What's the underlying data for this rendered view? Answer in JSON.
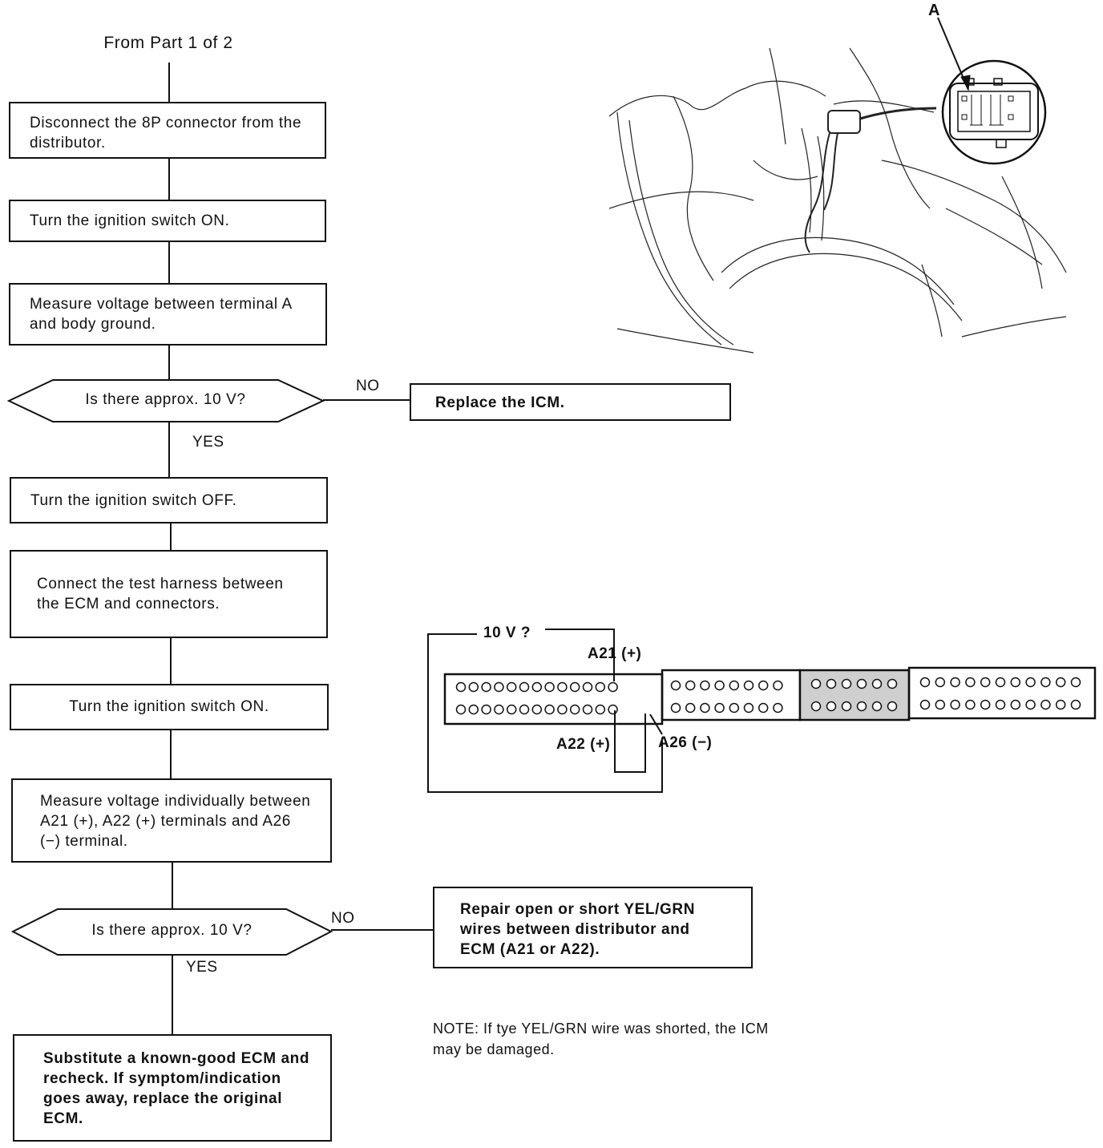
{
  "flow": {
    "start": "From Part 1 of 2",
    "step1": "Disconnect the 8P connector from the distributor.",
    "step2": "Turn the ignition switch ON.",
    "step3": "Measure voltage between terminal A and body ground.",
    "q1": "Is there approx. 10 V?",
    "q1_no": "NO",
    "q1_yes": "YES",
    "q1_no_action": "Replace the ICM.",
    "step4": "Turn the ignition switch OFF.",
    "step5": "Connect the test harness between the ECM and connectors.",
    "step6": "Turn the ignition switch ON.",
    "step7": "Measure voltage individually between A21 (+), A22 (+) terminals and A26 (−) terminal.",
    "q2": "Is there approx. 10 V?",
    "q2_no": "NO",
    "q2_yes": "YES",
    "q2_no_action": "Repair open or short YEL/GRN wires between distributor and ECM (A21 or A22).",
    "step8": "Substitute a known-good ECM and recheck. If symptom/indication goes away, replace the original ECM.",
    "note": "NOTE: If tye YEL/GRN wire was shorted, the ICM may be damaged."
  },
  "illustration": {
    "callout": "A"
  },
  "connector_diagram": {
    "meter_label": "10 V ?",
    "a21": "A21 (+)",
    "a22": "A22 (+)",
    "a26": "A26 (−)"
  }
}
